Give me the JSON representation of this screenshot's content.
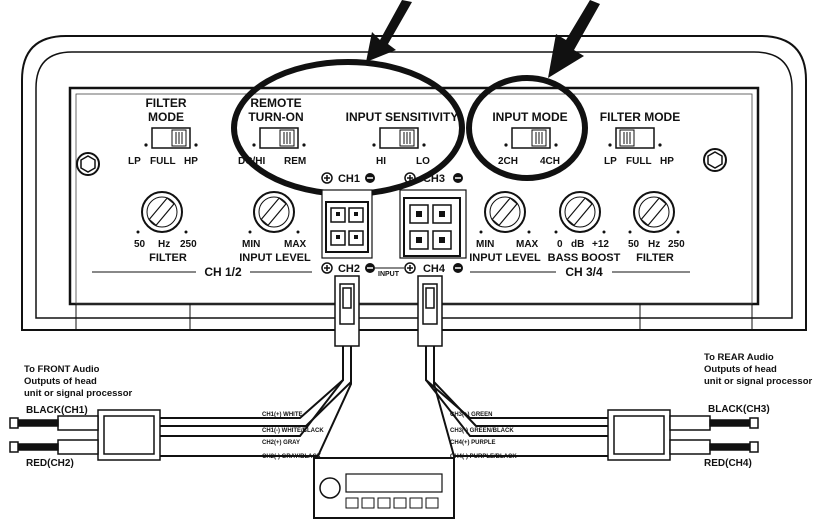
{
  "left_section": {
    "filter_mode": {
      "title_line1": "FILTER",
      "title_line2": "MODE",
      "opt_lp": "LP",
      "opt_full": "FULL",
      "opt_hp": "HP"
    },
    "remote": {
      "title_line1": "REMOTE",
      "title_line2": "TURN-ON",
      "opt_dchi": "DC/HI",
      "opt_rem": "REM"
    },
    "input_sensitivity": {
      "title": "INPUT SENSITIVITY",
      "opt_hi": "HI",
      "opt_lo": "LO"
    },
    "filter_knob": {
      "min": "50",
      "unit": "Hz",
      "max": "250",
      "label": "FILTER"
    },
    "level_knob": {
      "min": "MIN",
      "max": "MAX",
      "label": "INPUT LEVEL"
    },
    "channel_label": "CH 1/2"
  },
  "right_section": {
    "input_mode": {
      "title": "INPUT MODE",
      "opt_2ch": "2CH",
      "opt_4ch": "4CH"
    },
    "filter_mode": {
      "title": "FILTER MODE",
      "opt_lp": "LP",
      "opt_full": "FULL",
      "opt_hp": "HP"
    },
    "level_knob": {
      "min": "MIN",
      "max": "MAX",
      "label": "INPUT LEVEL"
    },
    "bass_knob": {
      "min": "0",
      "unit": "dB",
      "max": "+12",
      "label": "BASS BOOST"
    },
    "filter_knob": {
      "min": "50",
      "unit": "Hz",
      "max": "250",
      "label": "FILTER"
    },
    "channel_label": "CH 3/4"
  },
  "inputs": {
    "ch1": "CH1",
    "ch2": "CH2",
    "ch3": "CH3",
    "ch4": "CH4",
    "input_label": "INPUT"
  },
  "front_source": {
    "line1": "To FRONT Audio",
    "line2": "Outputs of head",
    "line3": "unit or signal processor",
    "black": "BLACK(CH1)",
    "red": "RED(CH2)"
  },
  "rear_source": {
    "line1": "To REAR Audio",
    "line2": "Outputs of head",
    "line3": "unit or signal processor",
    "black": "BLACK(CH3)",
    "red": "RED(CH4)"
  },
  "wires_left": [
    "CH1(+) WHITE",
    "CH1(-) WHITE/BLACK",
    "CH2(+) GRAY",
    "CH2(-) GRAY/BLACK"
  ],
  "wires_right": [
    "CH3(+) GREEN",
    "CH3(-) GREEN/BLACK",
    "CH4(+) PURPLE",
    "CH4(-) PURPLE/BLACK"
  ]
}
